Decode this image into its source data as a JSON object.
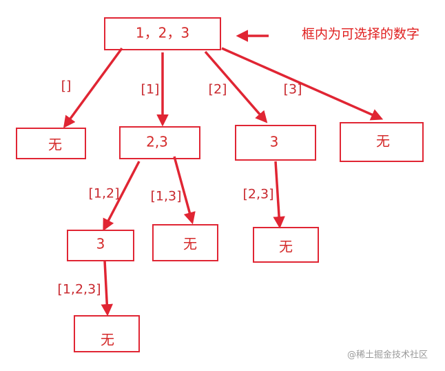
{
  "colors": {
    "accent": "#e02533",
    "text": "#d42a2a",
    "watermark": "#9a9a9a"
  },
  "annotation": {
    "text": "框内为可选择的数字",
    "icon": "arrow-left-icon"
  },
  "nodes": {
    "root": "1，2，3",
    "empty_a": "无",
    "n_23": "2,3",
    "n_3a": "3",
    "empty_b": "无",
    "n_3b": "3",
    "empty_c": "无",
    "empty_d": "无",
    "empty_e": "无"
  },
  "edges": {
    "root_empty_a": "[]",
    "root_n23": "[1]",
    "root_n3a": "[2]",
    "root_empty_b": "[3]",
    "n23_n3b": "[1,2]",
    "n23_empty_c": "[1,3]",
    "n3a_empty_d": "[2,3]",
    "n3b_empty_e": "[1,2,3]"
  },
  "watermark": "@稀土掘金技术社区"
}
